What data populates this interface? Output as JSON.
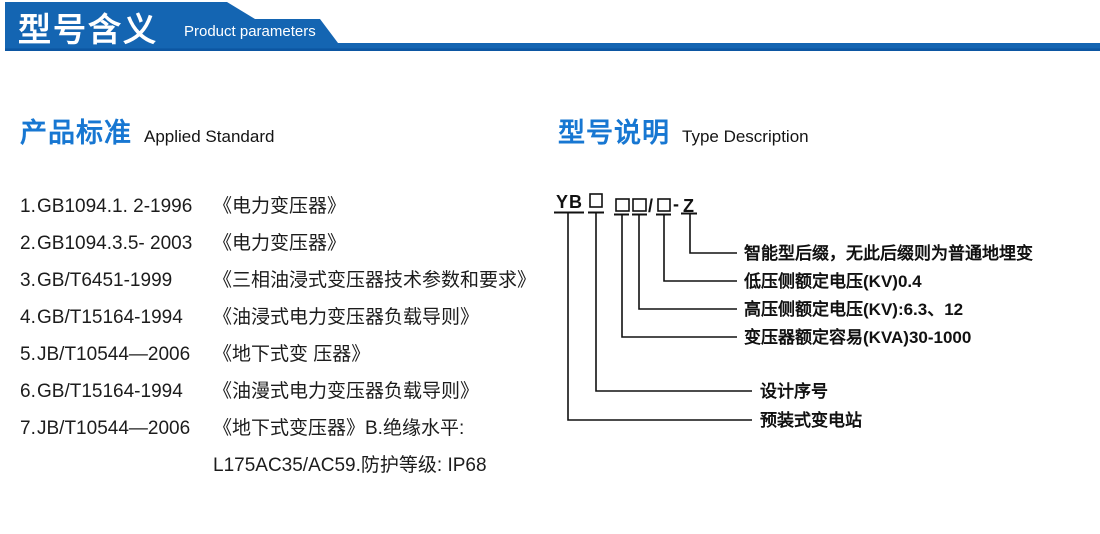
{
  "banner": {
    "title": "型号含义",
    "subtitle": "Product parameters"
  },
  "colors": {
    "banner_blue": "#1465b2",
    "banner_edge": "#0c56a2",
    "heading_blue": "#1777d2",
    "text_dark": "#1c1c1c"
  },
  "left": {
    "heading_cn": "产品标准",
    "heading_en": "Applied Standard",
    "standards": [
      {
        "num": "1.",
        "code": "GB1094.1. 2-1996",
        "title": "《电力变压器》"
      },
      {
        "num": "2.",
        "code": "GB1094.3.5- 2003",
        "title": "《电力变压器》"
      },
      {
        "num": "3.",
        "code": "GB/T6451-1999",
        "title": "《三相油浸式变压器技术参数和要求》"
      },
      {
        "num": "4.",
        "code": "GB/T15164-1994",
        "title": "《油浸式电力变压器负载导则》"
      },
      {
        "num": "5.",
        "code": "JB/T10544—2006",
        "title": "《地下式变 压器》"
      },
      {
        "num": "6.",
        "code": "GB/T15164-1994",
        "title": "《油漫式电力变压器负载导则》"
      },
      {
        "num": "7.",
        "code": "JB/T10544—2006",
        "title": "《地下式变压器》B.绝缘水平:"
      },
      {
        "num": "",
        "code": "",
        "title": "L175AC35/AC59.防护等级: IP68"
      }
    ]
  },
  "right": {
    "heading_cn": "型号说明",
    "heading_en": "Type Description",
    "model": {
      "model_text": "YB□ □□/□ - Z",
      "prefix": "YB",
      "slash": "/",
      "dash": "-",
      "suffix": "Z"
    },
    "labels": {
      "smart": "智能型后缀，无此后缀则为普通地埋变",
      "lv": "低压侧额定电压(KV)0.4",
      "hv": "高压侧额定电压(KV):6.3、12",
      "capacity": "变压器额定容易(KVA)30-1000",
      "design": "设计序号",
      "station": "预装式变电站"
    }
  }
}
